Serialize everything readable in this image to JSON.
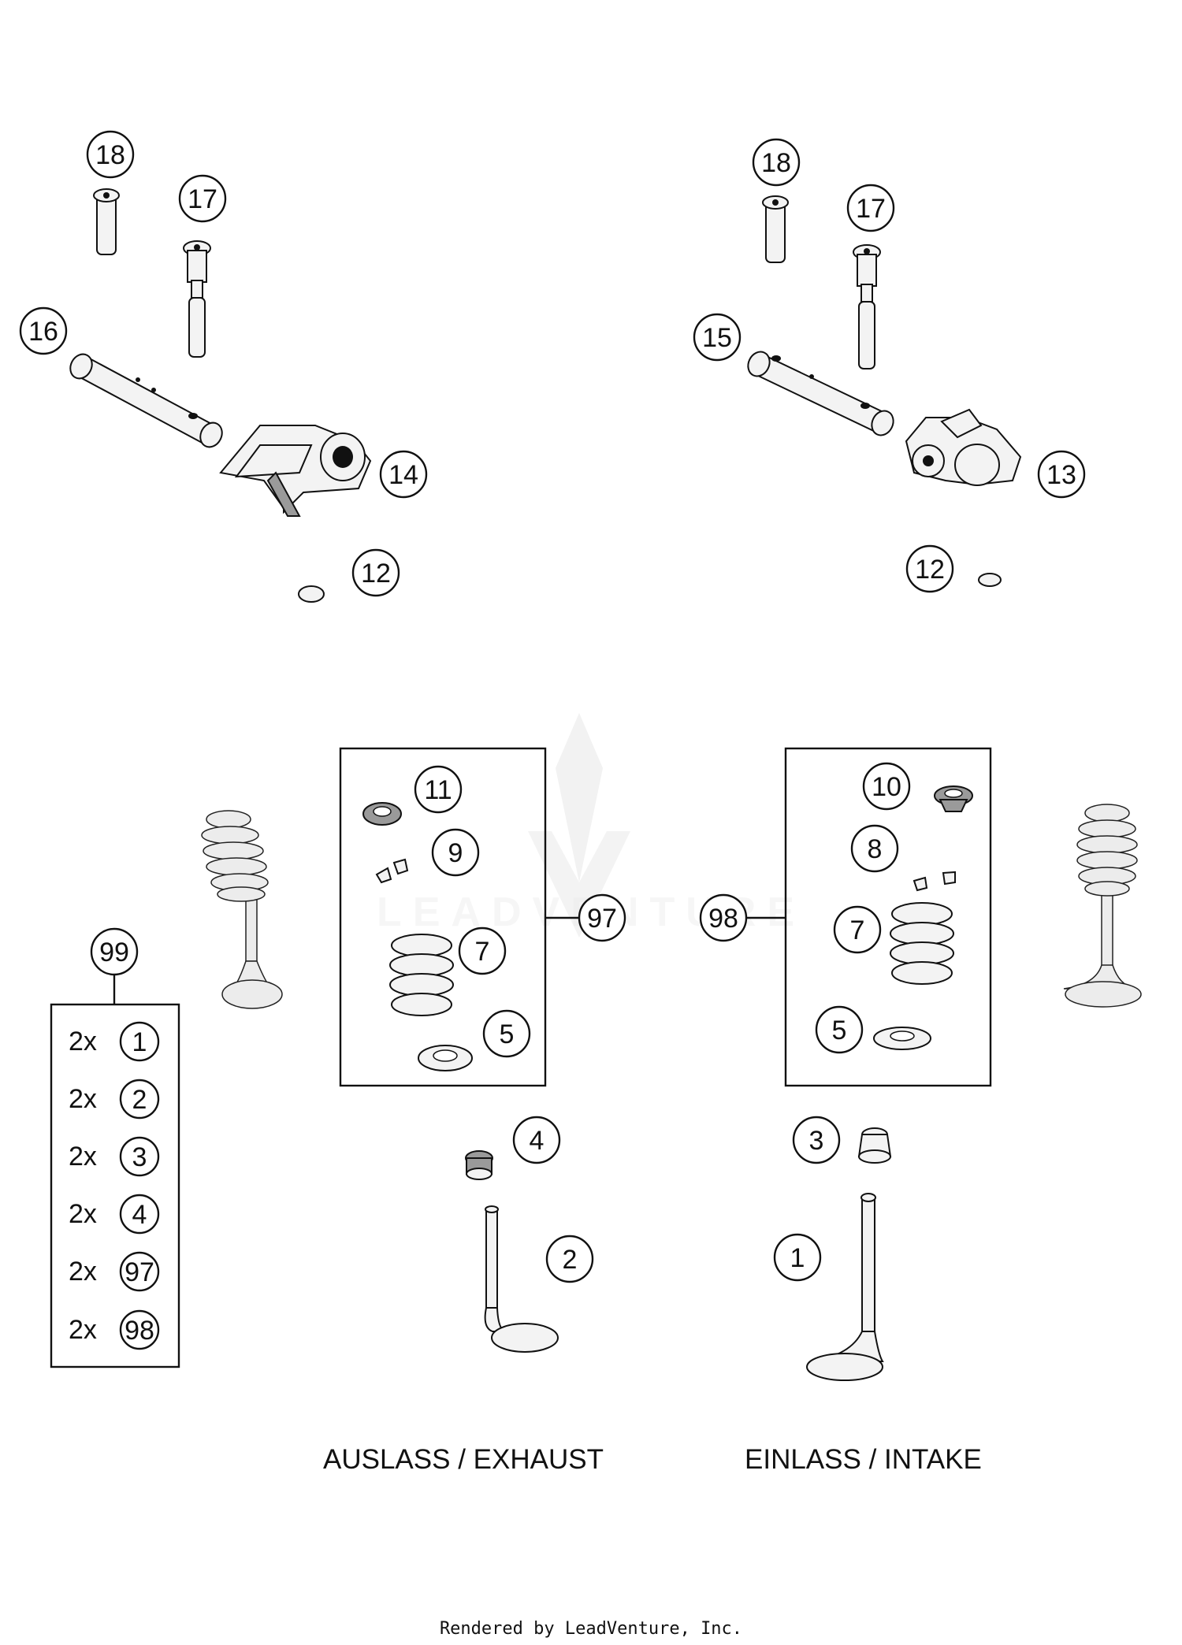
{
  "callouts": {
    "c18_left": "18",
    "c17_left": "17",
    "c16": "16",
    "c14": "14",
    "c12_left": "12",
    "c18_right": "18",
    "c17_right": "17",
    "c15": "15",
    "c13": "13",
    "c12_right": "12",
    "c11": "11",
    "c9": "9",
    "c7_left": "7",
    "c5_left": "5",
    "c97": "97",
    "c10": "10",
    "c8": "8",
    "c7_right": "7",
    "c5_right": "5",
    "c98": "98",
    "c99": "99",
    "c4": "4",
    "c2": "2",
    "c3": "3",
    "c1": "1"
  },
  "kit_99": {
    "rows": [
      {
        "qty": "2x",
        "ref": "1"
      },
      {
        "qty": "2x",
        "ref": "2"
      },
      {
        "qty": "2x",
        "ref": "3"
      },
      {
        "qty": "2x",
        "ref": "4"
      },
      {
        "qty": "2x",
        "ref": "97"
      },
      {
        "qty": "2x",
        "ref": "98"
      }
    ]
  },
  "captions": {
    "exhaust": "AUSLASS / EXHAUST",
    "intake": "EINLASS / INTAKE"
  },
  "footer": "Rendered by LeadVenture, Inc.",
  "watermark": "LEADVENTURE",
  "colors": {
    "line": "#111111",
    "fill": "#f3f3f3",
    "watermark": "#dcdcdc"
  }
}
